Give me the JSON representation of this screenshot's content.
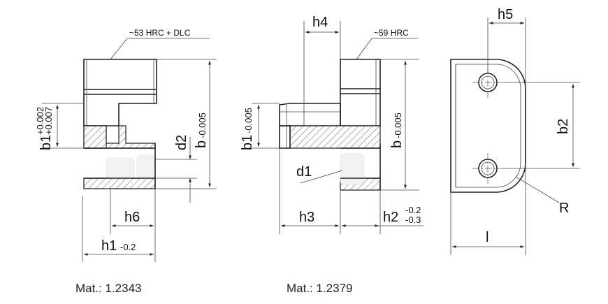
{
  "left_view": {
    "hardness_note": "~53 HRC + DLC",
    "dims": {
      "b1_main": "b1",
      "b1_upper": "+0.002",
      "b1_lower": "+0.007",
      "d2": "d2",
      "b_main": "b",
      "b_tol": "-0.005",
      "h6": "h6",
      "h1_main": "h1",
      "h1_tol": "-0.2"
    },
    "material": "Mat.: 1.2343"
  },
  "middle_view": {
    "hardness_note": "~59 HRC",
    "dims": {
      "h4": "h4",
      "b1_main": "b1",
      "b1_tol": "-0.005",
      "b_main": "b",
      "b_tol": "-0.005",
      "d1": "d1",
      "h3": "h3",
      "h2_main": "h2",
      "h2_upper": "-0.2",
      "h2_lower": "-0.3"
    },
    "material": "Mat.: 1.2379"
  },
  "right_view": {
    "dims": {
      "h5": "h5",
      "b2": "b2",
      "R": "R",
      "l": "l"
    }
  }
}
